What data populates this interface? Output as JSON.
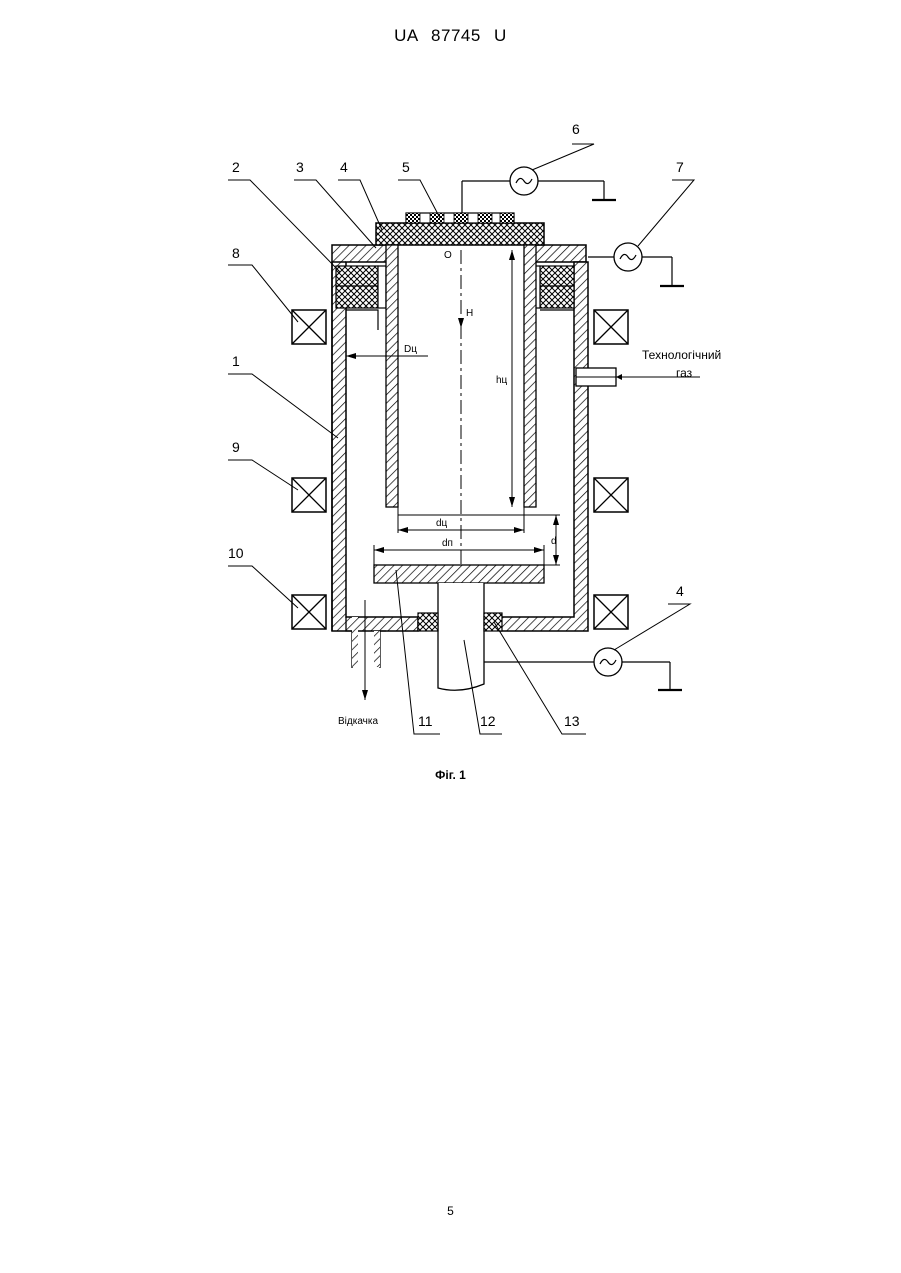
{
  "header": {
    "doc_id": "UA 87745 U"
  },
  "figure": {
    "caption": "Фіг. 1",
    "callouts": {
      "c1": "1",
      "c2": "2",
      "c3": "3",
      "c4_top": "4",
      "c5": "5",
      "c6": "6",
      "c7": "7",
      "c8": "8",
      "c9": "9",
      "c10": "10",
      "c4_bottom": "4",
      "c11": "11",
      "c12": "12",
      "c13": "13"
    },
    "dimension_labels": {
      "origin": "O",
      "height_axis": "H",
      "outer_diameter": "Dц",
      "cylinder_height": "hц",
      "cylinder_diameter": "dц",
      "plate_diameter": "dп",
      "gap": "d"
    },
    "text_labels": {
      "gas_line1": "Технологічний",
      "gas_line2": "газ",
      "pumping": "Відкачка"
    }
  },
  "page_number": "5"
}
